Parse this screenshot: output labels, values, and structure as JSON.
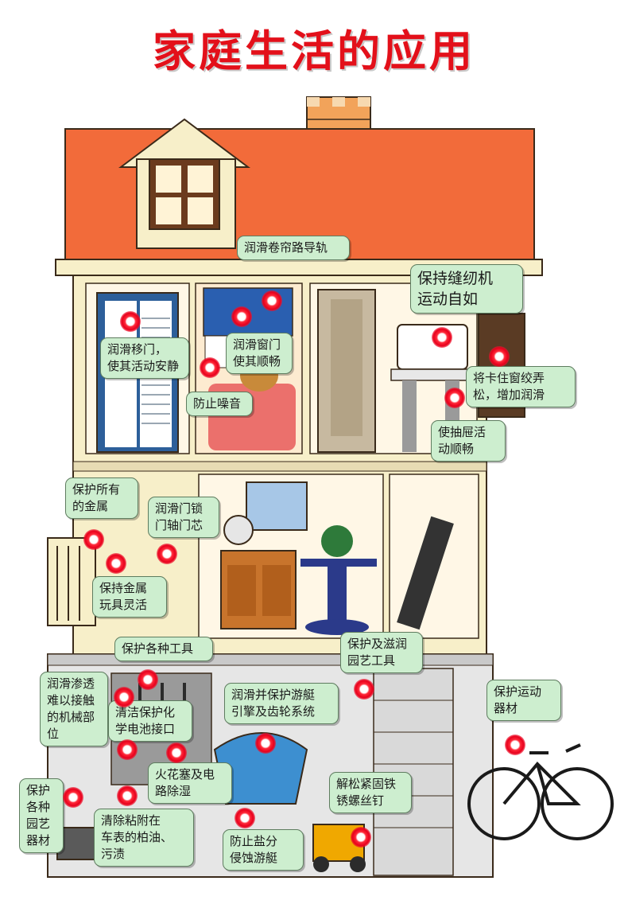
{
  "title": "家庭生活的应用",
  "colors": {
    "title": "#e3101a",
    "roof": "#f26b3a",
    "wall": "#f7efc9",
    "callout": "#cdeecf",
    "marker": "#e8001c"
  },
  "callouts": {
    "roller_blind": {
      "lines": [
        "润滑卷帘路导轨"
      ]
    },
    "sewing_machine": {
      "lines": [
        "保持缝纫机",
        "运动自如"
      ]
    },
    "sliding_door": {
      "lines": [
        "润滑移门，",
        "使其活动安静"
      ]
    },
    "window": {
      "lines": [
        "润滑窗门",
        "使其顺畅"
      ]
    },
    "noise": {
      "lines": [
        "防止噪音"
      ]
    },
    "stuck_window": {
      "lines": [
        "将卡住窗绞弄",
        "松，增加润滑"
      ]
    },
    "drawer": {
      "lines": [
        "使抽屉活",
        "动顺畅"
      ]
    },
    "protect_metal": {
      "lines": [
        "保护所有",
        "的金属"
      ]
    },
    "door_lock": {
      "lines": [
        "润滑门锁",
        "门轴门芯"
      ]
    },
    "metal_toys": {
      "lines": [
        "保持金属",
        "玩具灵活"
      ]
    },
    "tools": {
      "lines": [
        "保护各种工具"
      ]
    },
    "garden_tools_lube": {
      "lines": [
        "保护及滋润",
        "园艺工具"
      ]
    },
    "hard_parts": {
      "lines": [
        "润滑渗透",
        "难以接触",
        "的机械部",
        "位"
      ]
    },
    "battery": {
      "lines": [
        "清洁保护化",
        "学电池接口"
      ]
    },
    "boat_engine": {
      "lines": [
        "润滑并保护游艇",
        "引擎及齿轮系统"
      ]
    },
    "sports": {
      "lines": [
        "保护运动",
        "器材"
      ]
    },
    "spark_plug": {
      "lines": [
        "火花塞及电",
        "路除湿"
      ]
    },
    "rusty_bolts": {
      "lines": [
        "解松紧固铁",
        "锈螺丝钉"
      ]
    },
    "garden_equipment": {
      "lines": [
        "保护",
        "各种",
        "园艺",
        "器材"
      ]
    },
    "tar": {
      "lines": [
        "清除粘附在",
        "车表的柏油、",
        "污渍"
      ]
    },
    "salt": {
      "lines": [
        "防止盐分",
        "侵蚀游艇"
      ]
    }
  }
}
